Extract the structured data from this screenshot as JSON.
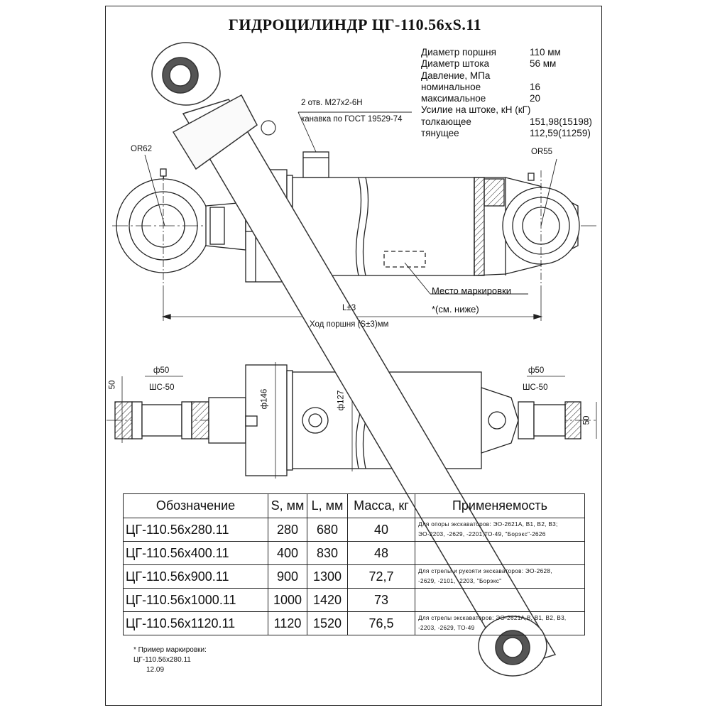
{
  "title": "ГИДРОЦИЛИНДР  ЦГ-110.56хS.11",
  "specs": [
    {
      "k": "Диаметр поршня",
      "v": "110 мм"
    },
    {
      "k": "Диаметр штока",
      "v": "56 мм"
    },
    {
      "k": "Давление, МПа",
      "v": ""
    },
    {
      "k": "номинальное",
      "v": "16"
    },
    {
      "k": "максимальное",
      "v": "20"
    },
    {
      "k": "Усилие на штоке, кН (кГ)",
      "v": ""
    },
    {
      "k": "толкающее",
      "v": "151,98(15198)"
    },
    {
      "k": "тянущее",
      "v": "112,59(11259)"
    }
  ],
  "drawing": {
    "port_label": "2 отв. М27х2-6Н",
    "groove_label": "канавка по ГОСТ 19529-74",
    "r_left": "OR62",
    "r_right": "OR55",
    "marking_place": "Место маркировки",
    "marking_ref": "*(см. ниже)",
    "length": "L±3",
    "stroke": "Ход поршня (S±3)мм",
    "d_pin_left": "ф50",
    "bearing_left": "ШС-50",
    "d_pin_right": "ф50",
    "bearing_right": "ШС-50",
    "width_left": "50",
    "width_right": "50",
    "d146": "ф146",
    "d127": "ф127"
  },
  "table": {
    "headers": [
      "Обозначение",
      "S, мм",
      "L, мм",
      "Масса, кг",
      "Применяемость"
    ],
    "rows": [
      {
        "code": "ЦГ-110.56х280.11",
        "s": "280",
        "l": "680",
        "m": "40",
        "app": [
          "Для опоры экскаваторов: ЭО-2621А, В1, В2, В3;",
          "ЭО-2203, -2629, -2201,ТО-49, \"Борэкс\"-2626"
        ]
      },
      {
        "code": "ЦГ-110.56х400.11",
        "s": "400",
        "l": "830",
        "m": "48",
        "app": [
          "",
          ""
        ]
      },
      {
        "code": "ЦГ-110.56х900.11",
        "s": "900",
        "l": "1300",
        "m": "72,7",
        "app": [
          "Для стрелы и рукояти экскаваторов: ЭО-2628,",
          "-2629, -2101, -2203, \"Борэкс\""
        ]
      },
      {
        "code": "ЦГ-110.56х1000.11",
        "s": "1000",
        "l": "1420",
        "m": "73",
        "app": [
          "",
          ""
        ]
      },
      {
        "code": "ЦГ-110.56х1120.11",
        "s": "1120",
        "l": "1520",
        "m": "76,5",
        "app": [
          "Для стрелы экскаваторов: ЭО-2621А,В, В1, В2, В3,",
          "-2203, -2629, ТО-49"
        ]
      }
    ]
  },
  "note": {
    "line1": "* Пример маркировки:",
    "line2": "ЦГ-110.56х280.11",
    "line3": "12.09"
  }
}
